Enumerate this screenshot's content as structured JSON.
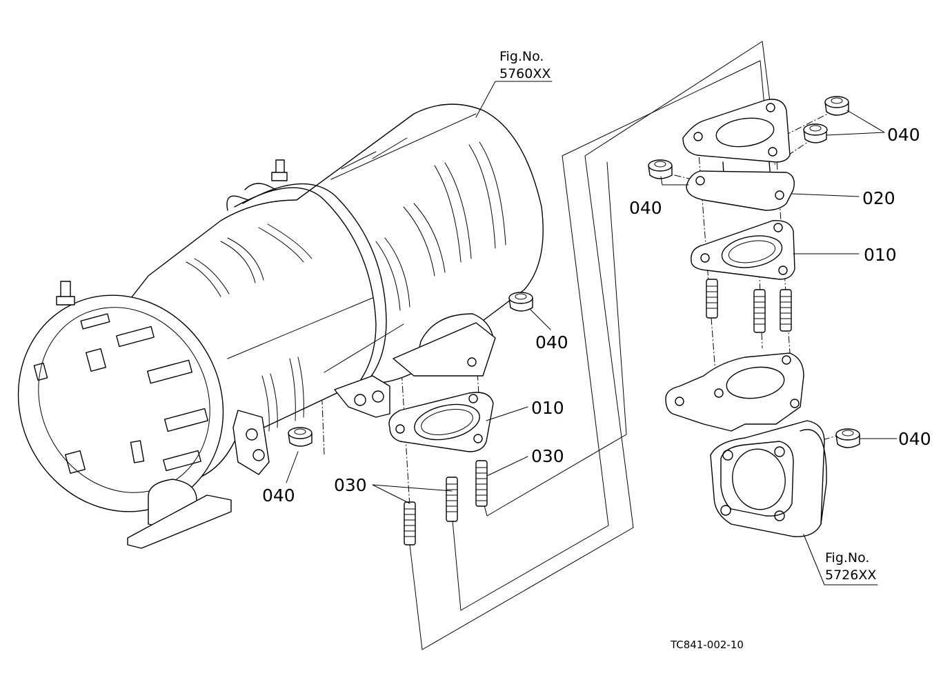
{
  "figure_refs": {
    "top": {
      "line1": "Fig.No.",
      "line2": "5760XX"
    },
    "bottom": {
      "line1": "Fig.No.",
      "line2": "5726XX"
    }
  },
  "callouts": {
    "nut_right_top": "040",
    "flange_right": "020",
    "gasket_right": "010",
    "nut_right_left": "040",
    "nut_center": "040",
    "gasket_center": "010",
    "stud_right": "030",
    "studs_left": "030",
    "nut_left": "040",
    "nut_right_bottom": "040"
  },
  "drawing_code": "TC841-002-10"
}
